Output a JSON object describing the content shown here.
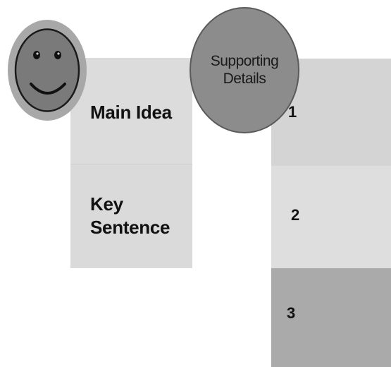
{
  "left_column": {
    "main_idea_label": "Main Idea",
    "key_sentence_label": "Key\nSentence"
  },
  "supporting": {
    "circle_label": "Supporting\nDetails",
    "details": [
      "1",
      "2",
      "3"
    ]
  },
  "icons": {
    "face": "smiley-face-icon"
  },
  "colors": {
    "circle_fill": "#8c8c8c",
    "face_ring": "#a8a8a8",
    "face_fill": "#7a7a7a",
    "panel_light": "#dcdcdc",
    "detail_dark": "#aaaaaa"
  }
}
